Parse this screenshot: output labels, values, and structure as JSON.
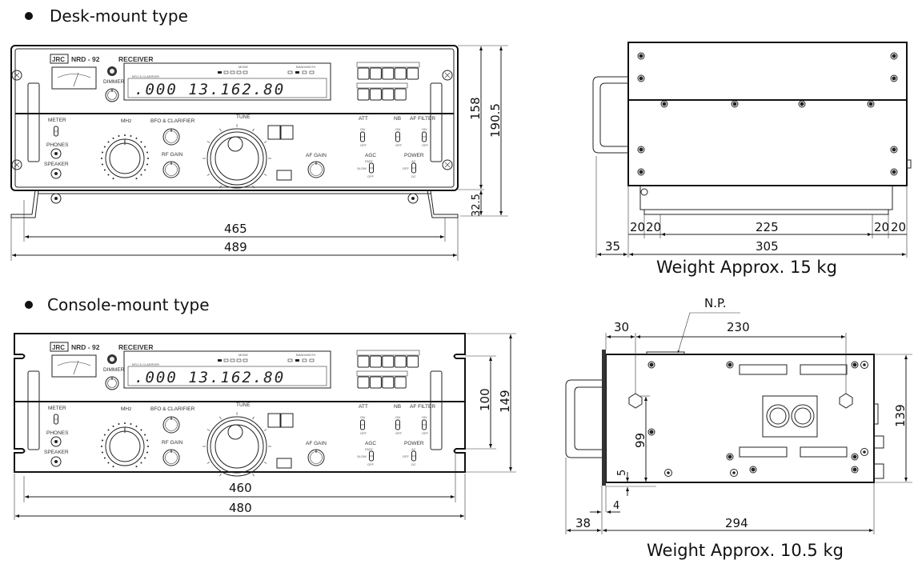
{
  "sections": {
    "desk": {
      "title": "Desk-mount type",
      "weight": "Weight Approx. 15 kg"
    },
    "console": {
      "title": "Console-mount type",
      "weight": "Weight Approx. 10.5 kg"
    }
  },
  "panel": {
    "brand": "JRC",
    "model": "NRD - 92",
    "name": "RECEIVER",
    "dimmer": "DIMMER",
    "display": ".000  13.162.80",
    "mode_label": "MODE",
    "bandwidth_label": "BANDWIDTH",
    "display_label": "BFO & CLARIFIER",
    "meter": "METER",
    "phones": "PHONES",
    "speaker": "SPEAKER",
    "mhz": "MHz",
    "bfo_clarifier": "BFO & CLARIFIER",
    "rf_gain": "RF GAIN",
    "tune": "TUNE",
    "af_gain": "AF GAIN",
    "att": "ATT",
    "nb": "NB",
    "af_filter": "AF FILTER",
    "agc": "AGC",
    "power": "POWER",
    "on": "ON",
    "off": "OFF",
    "fast": "FAST",
    "slow": "SLOW",
    "ac": "AC",
    "dc": "DC"
  },
  "dimensions": {
    "desk_front": {
      "height": "158",
      "total_height": "190.5",
      "foot": "32.5",
      "width": "465",
      "total_width": "489"
    },
    "desk_side": {
      "handle": "35",
      "seg1": "20",
      "seg2": "20",
      "middle": "225",
      "seg3": "20",
      "seg4": "20",
      "depth": "305"
    },
    "console_front": {
      "height": "100",
      "total_height": "149",
      "width": "460",
      "total_width": "480"
    },
    "console_side": {
      "np": "N.P.",
      "front": "30",
      "span": "230",
      "height": "139",
      "hole": "99",
      "offset": "5",
      "plate": "4",
      "handle": "38",
      "depth": "294"
    }
  }
}
